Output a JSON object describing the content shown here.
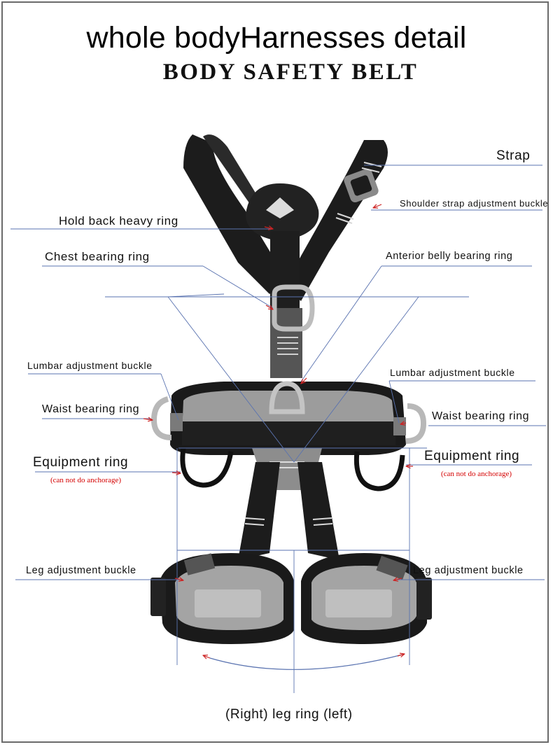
{
  "header": {
    "title": "whole bodyHarnesses detail",
    "subtitle": "BODY SAFETY BELT"
  },
  "labels": {
    "strap": "Strap",
    "shoulder_buckle": "Shoulder strap adjustment buckle",
    "hold_back_ring": "Hold back heavy ring",
    "chest_ring": "Chest bearing ring",
    "anterior_belly_ring": "Anterior belly bearing ring",
    "lumbar_left": "Lumbar adjustment buckle",
    "lumbar_right": "Lumbar adjustment buckle",
    "waist_left": "Waist bearing ring",
    "waist_right": "Waist bearing ring",
    "equipment_left": "Equipment ring",
    "equipment_right": "Equipment ring",
    "equipment_note_left": "(can not do anchorage)",
    "equipment_note_right": "(can not do anchorage)",
    "leg_left": "Leg adjustment buckle",
    "leg_right": "Leg adjustment buckle",
    "leg_ring": "(Right) leg ring (left)"
  },
  "colors": {
    "webbing": "#1c1c1c",
    "padding": "#9a9a9a",
    "metal": "#c8c8c8",
    "leader_line": "#5a73b0",
    "warning_text": "#d40000",
    "arrow": "#cc2222"
  }
}
